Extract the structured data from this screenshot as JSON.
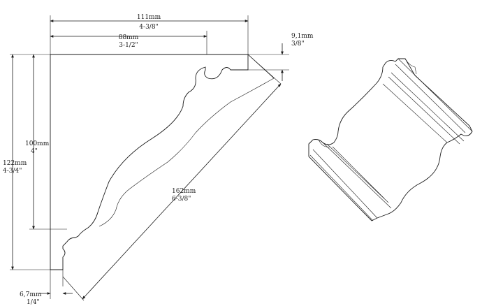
{
  "dimensions": {
    "total_width": {
      "mm": "111mm",
      "inch": "4-3/8\""
    },
    "inner_width": {
      "mm": "88mm",
      "inch": "3-1/2\""
    },
    "top_lip": {
      "mm": "9,1mm",
      "inch": "3/8\""
    },
    "total_height": {
      "mm": "122mm",
      "inch": "4-3/4\""
    },
    "inner_height": {
      "mm": "100mm",
      "inch": "4\""
    },
    "diagonal": {
      "mm": "162mm",
      "inch": "6-3/8\""
    },
    "bottom_lip": {
      "mm": "6,7mm",
      "inch": "1/4\""
    }
  }
}
